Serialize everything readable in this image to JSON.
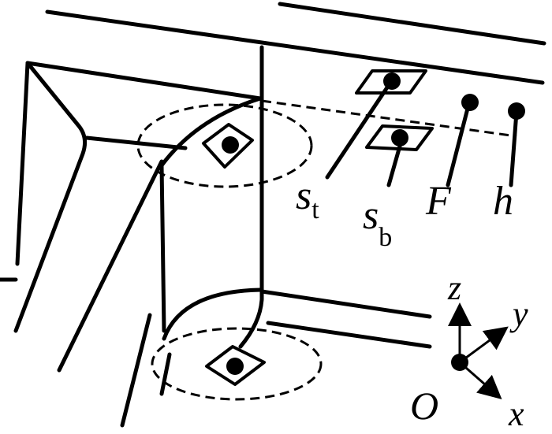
{
  "labels": {
    "s_t": {
      "main": "s",
      "sub": "t"
    },
    "s_b": {
      "main": "s",
      "sub": "b"
    },
    "F": "F",
    "h": "h",
    "axis_z": "z",
    "axis_y": "y",
    "axis_x": "x",
    "origin": "O"
  },
  "colors": {
    "stroke": "#000000",
    "background": "#ffffff"
  }
}
